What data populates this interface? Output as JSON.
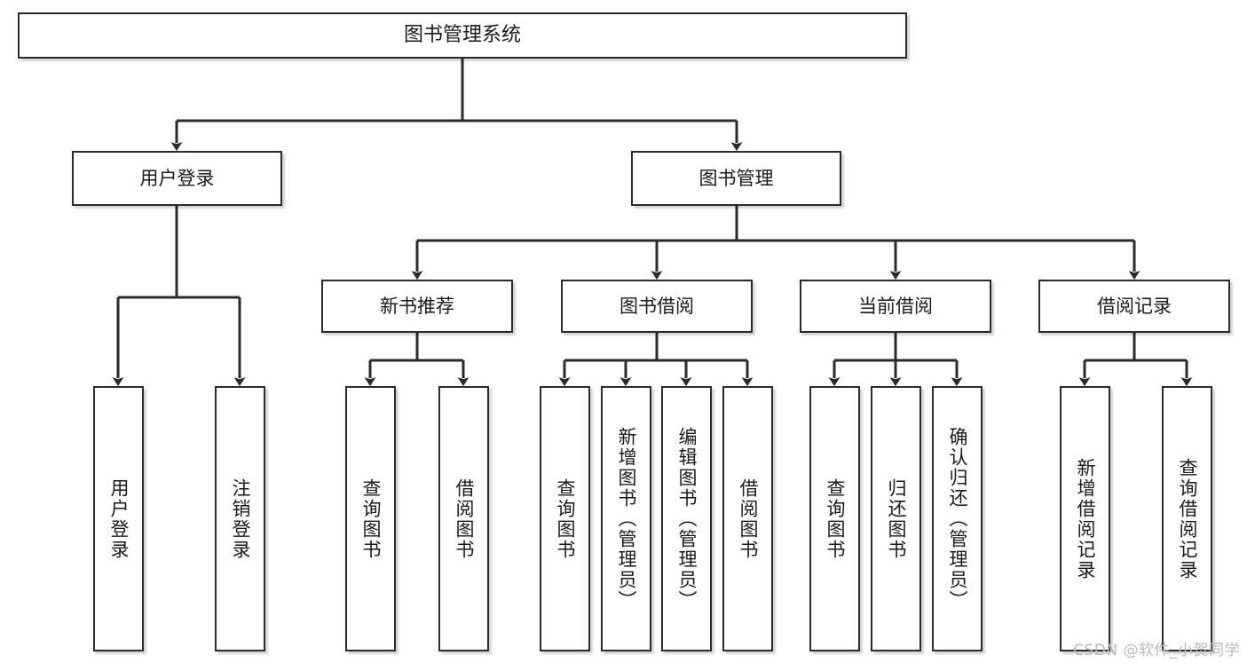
{
  "diagram": {
    "title": "图书管理系统",
    "type": "tree-hierarchy",
    "root": {
      "label": "图书管理系统"
    },
    "level1": [
      {
        "label": "用户登录"
      },
      {
        "label": "图书管理"
      }
    ],
    "level2": [
      {
        "label": "新书推荐",
        "parent": "图书管理"
      },
      {
        "label": "图书借阅",
        "parent": "图书管理"
      },
      {
        "label": "当前借阅",
        "parent": "图书管理"
      },
      {
        "label": "借阅记录",
        "parent": "图书管理"
      }
    ],
    "leaves": {
      "user_login": [
        {
          "label": "用户登录"
        },
        {
          "label": "注销登录"
        }
      ],
      "new_book_recommend": [
        {
          "label": "查询图书"
        },
        {
          "label": "借阅图书"
        }
      ],
      "book_borrow": [
        {
          "label": "查询图书"
        },
        {
          "label": "新增图书（管理员）"
        },
        {
          "label": "编辑图书（管理员）"
        },
        {
          "label": "借阅图书"
        }
      ],
      "current_borrow": [
        {
          "label": "查询图书"
        },
        {
          "label": "归还图书"
        },
        {
          "label": "确认归还（管理员）"
        }
      ],
      "borrow_record": [
        {
          "label": "新增借阅记录"
        },
        {
          "label": "查询借阅记录"
        }
      ]
    }
  },
  "watermark": {
    "text": "CSDN @软件_小贺同学"
  },
  "colors": {
    "border": "#2b2b2b",
    "text": "#1a1a1a",
    "background": "#ffffff",
    "connector": "#2b2b2b",
    "watermark": "#b9b9b9"
  }
}
